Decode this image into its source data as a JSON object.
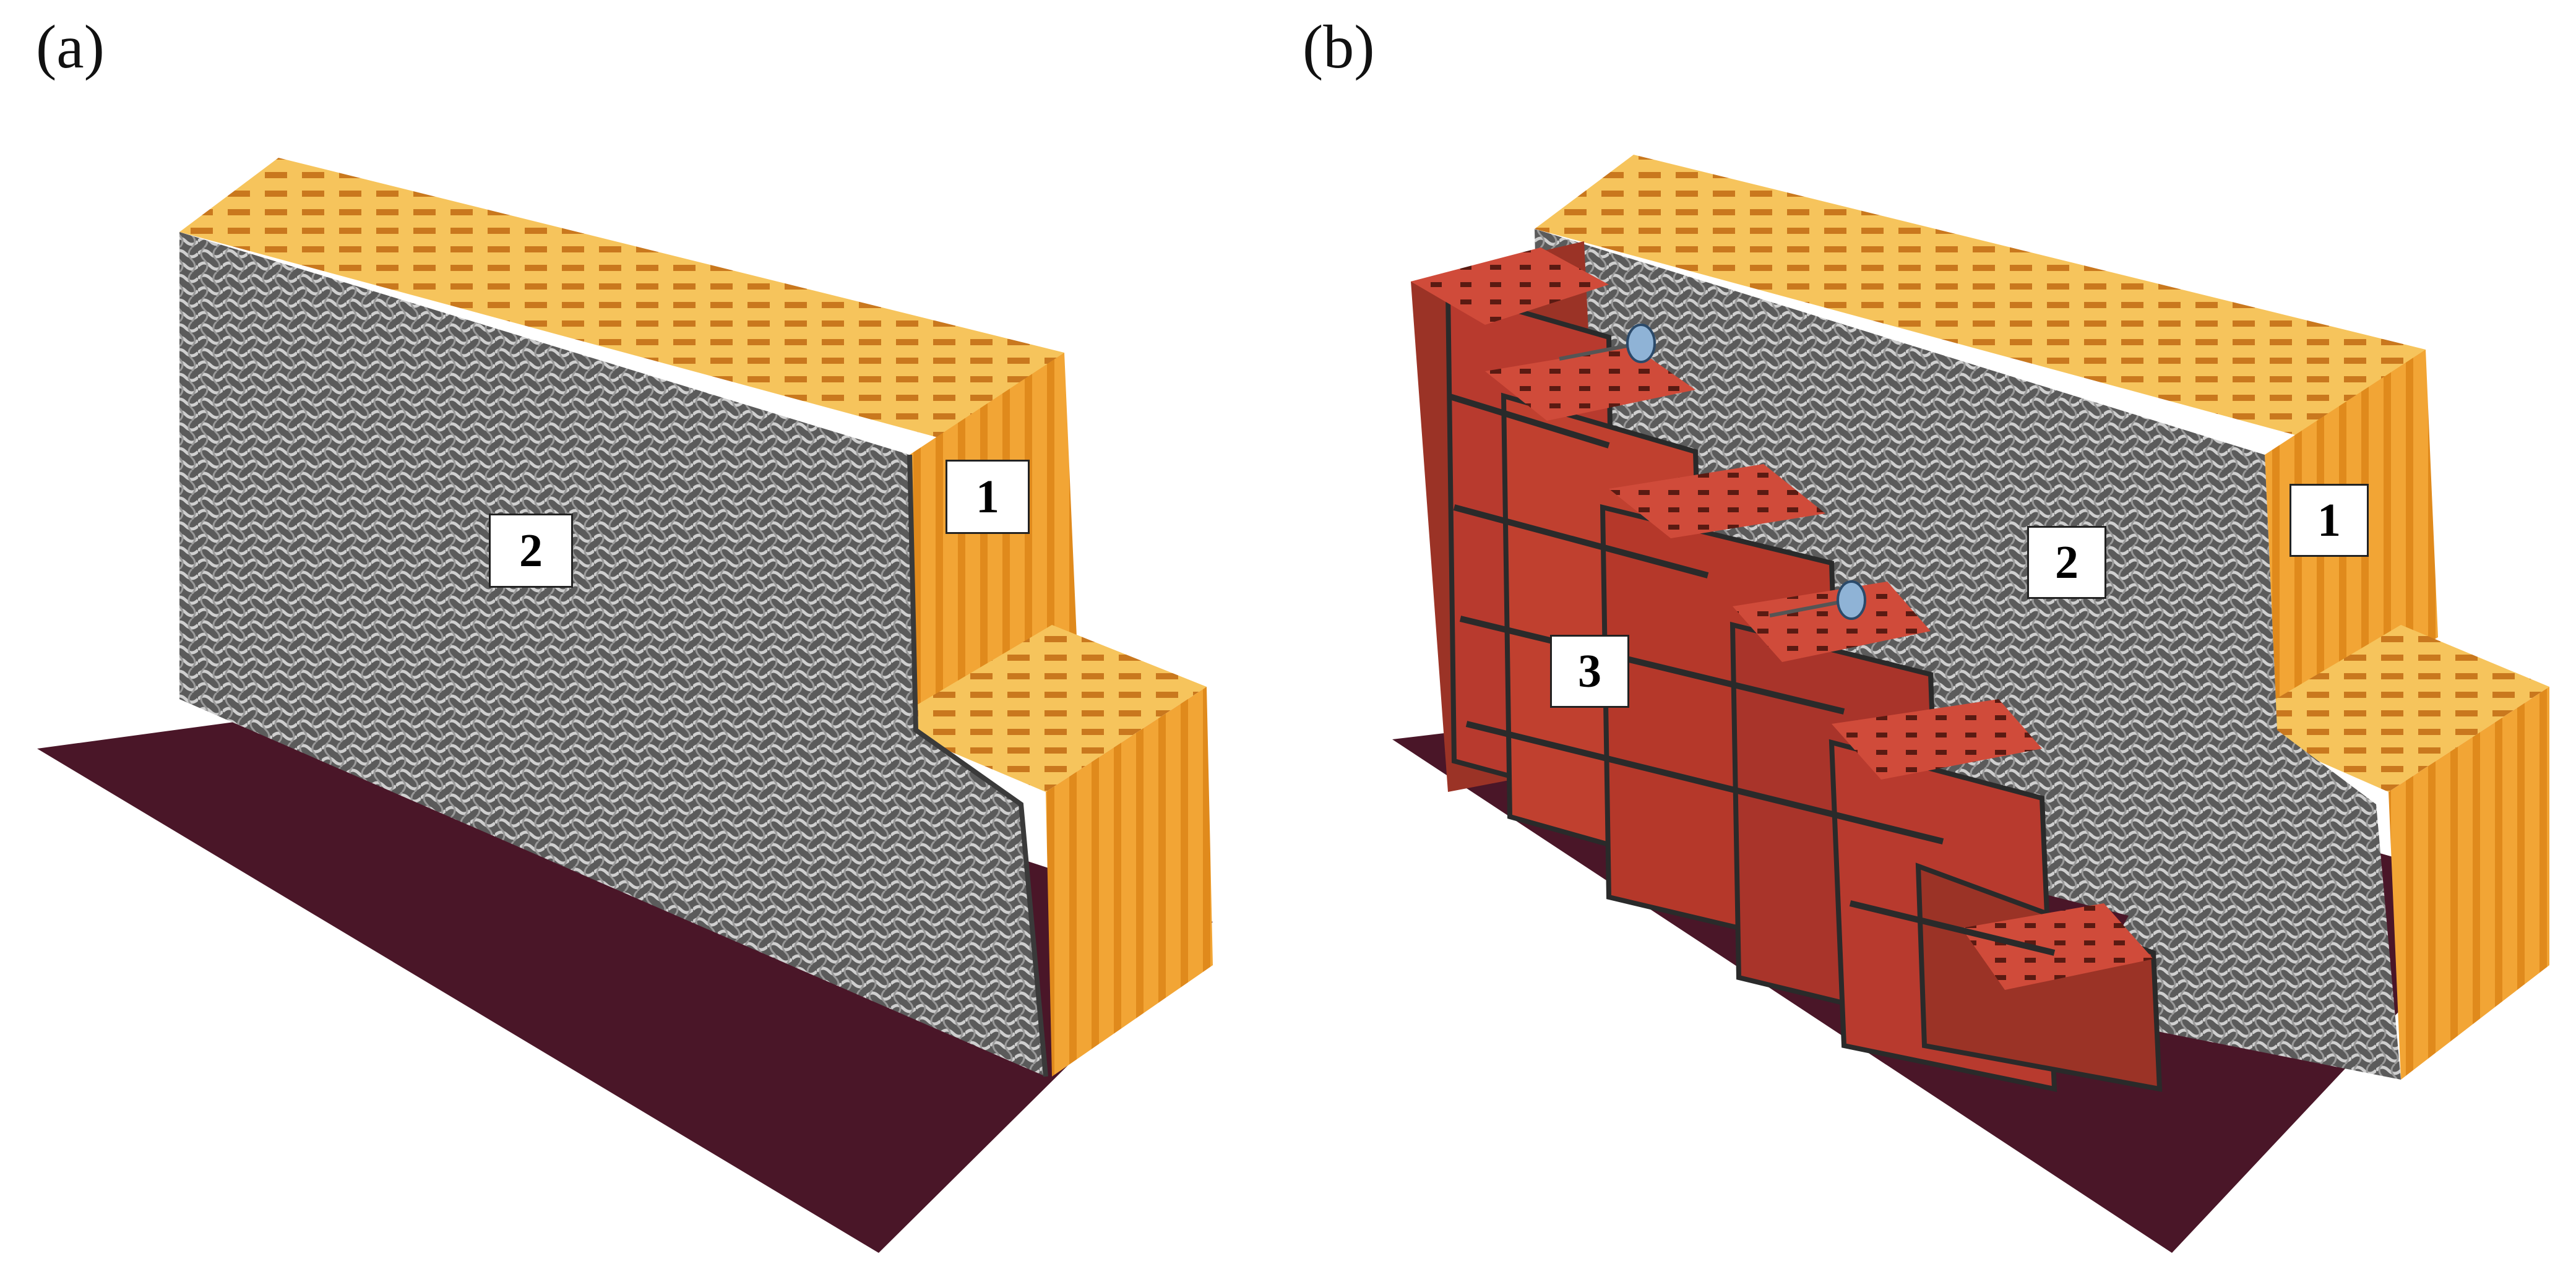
{
  "panels": [
    {
      "label": "(a)",
      "callouts": [
        "1",
        "2"
      ]
    },
    {
      "label": "(b)",
      "callouts": [
        "1",
        "2",
        "3"
      ]
    }
  ],
  "colors": {
    "base_plate": "#4a1628",
    "mesh_gray": "#6e6e6e",
    "clay_orange": "#f2a535",
    "clay_light": "#f8d27a",
    "brick_red": "#b83a2e",
    "brick_dark": "#7a2a20",
    "mortar": "#2a2a2a",
    "anchor_blue": "#8fb3d6"
  },
  "icons": [
    "wall-anchor-icon"
  ]
}
